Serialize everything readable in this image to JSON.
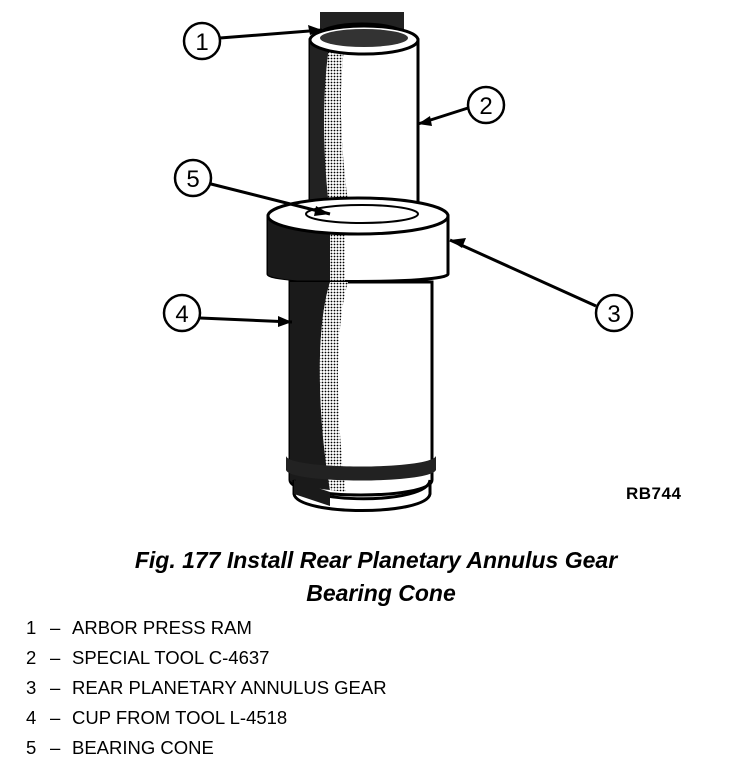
{
  "figure": {
    "reference_code": "RB744",
    "callout_numbers": [
      "1",
      "2",
      "3",
      "4",
      "5"
    ]
  },
  "caption": {
    "line1": "Fig. 177 Install Rear Planetary Annulus Gear",
    "line2": "Bearing Cone"
  },
  "legend": [
    {
      "num": "1",
      "sep": "–",
      "label": "ARBOR PRESS RAM"
    },
    {
      "num": "2",
      "sep": "–",
      "label": "SPECIAL TOOL C-4637"
    },
    {
      "num": "3",
      "sep": "–",
      "label": "REAR PLANETARY ANNULUS GEAR"
    },
    {
      "num": "4",
      "sep": "–",
      "label": "CUP FROM TOOL L-4518"
    },
    {
      "num": "5",
      "sep": "–",
      "label": "BEARING CONE"
    }
  ]
}
